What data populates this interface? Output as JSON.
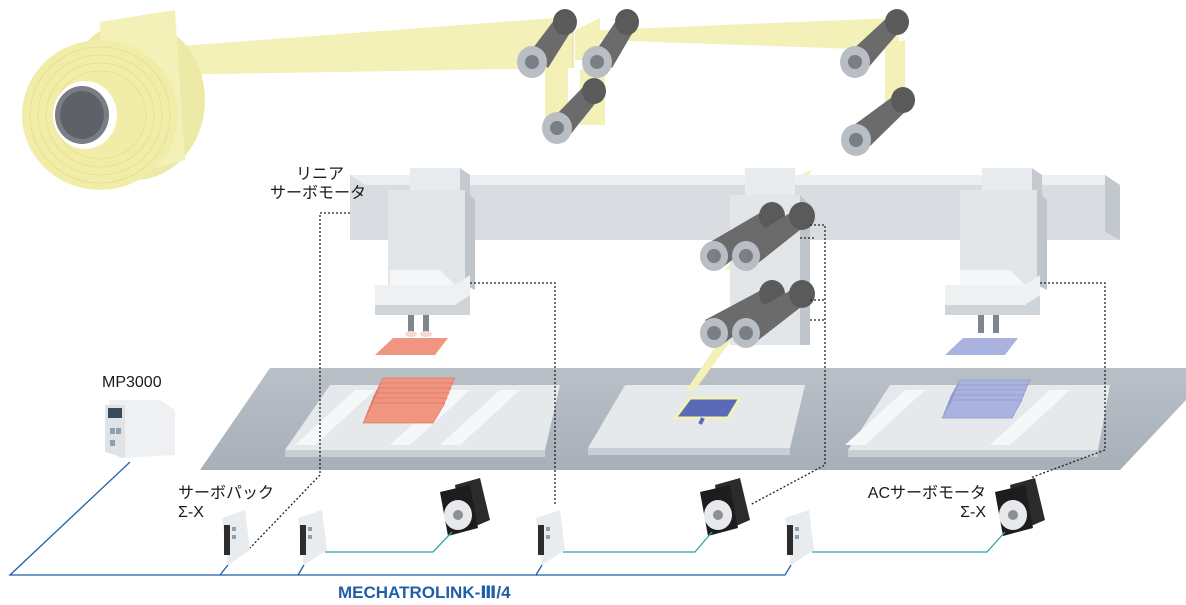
{
  "labels": {
    "linear_motor_line1": "リニア",
    "linear_motor_line2": "サーボモータ",
    "controller": "MP3000",
    "servopack_line1": "サーボパック",
    "servopack_line2": "Σ-X",
    "ac_motor_line1": "ACサーボモータ",
    "ac_motor_line2": "Σ-X",
    "network": "MECHATROLINK-Ⅲ/4"
  },
  "colors": {
    "network_line": "#1f5ea8",
    "motor_line": "#2fa5a5",
    "film": "#f3f0b8",
    "roller_dark": "#6b6b6b",
    "roller_light": "#b0b6bf",
    "frame": "#d9dde2",
    "table": "#aeb6bf",
    "red_stack": "#f0957f",
    "blue_stack": "#aab2e0"
  },
  "icons": {
    "controller": "controller-unit-icon",
    "servopack": "servopack-amplifier-icon",
    "ac_motor": "ac-servo-motor-icon",
    "linear_motor": "linear-motor-head-icon",
    "roller": "film-roller-icon"
  }
}
